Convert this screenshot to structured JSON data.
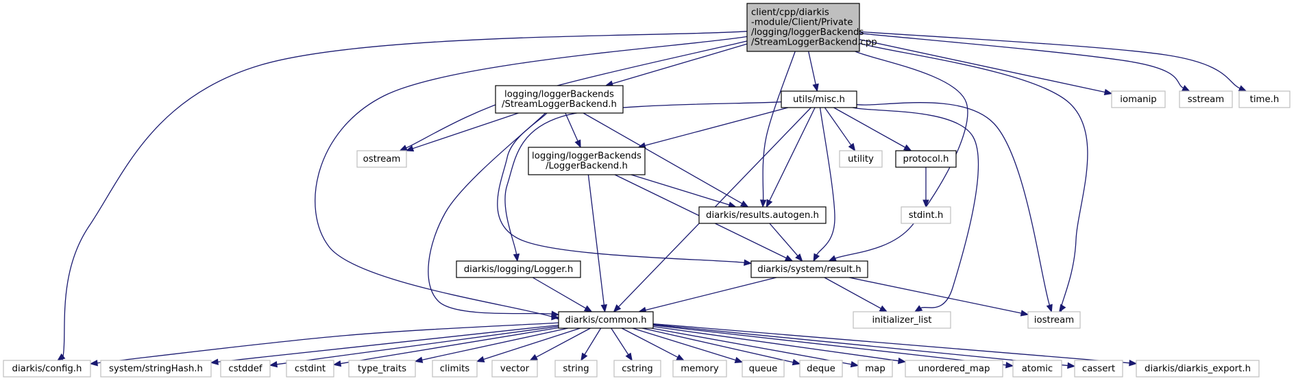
{
  "nodes": [
    {
      "id": "root",
      "lines": [
        "client/cpp/diarkis",
        "-module/Client/Private",
        "/logging/loggerBackends",
        "/StreamLoggerBackend.cpp"
      ],
      "kind": "root"
    },
    {
      "id": "streamh",
      "lines": [
        "logging/loggerBackends",
        "/StreamLoggerBackend.h"
      ],
      "kind": "doc"
    },
    {
      "id": "misc",
      "lines": [
        "utils/misc.h"
      ],
      "kind": "doc"
    },
    {
      "id": "iomanip",
      "lines": [
        "iomanip"
      ],
      "kind": "sys"
    },
    {
      "id": "sstream",
      "lines": [
        "sstream"
      ],
      "kind": "sys"
    },
    {
      "id": "timeh",
      "lines": [
        "time.h"
      ],
      "kind": "sys"
    },
    {
      "id": "ostream",
      "lines": [
        "ostream"
      ],
      "kind": "sys"
    },
    {
      "id": "loggerbackend",
      "lines": [
        "logging/loggerBackends",
        "/LoggerBackend.h"
      ],
      "kind": "doc"
    },
    {
      "id": "utility",
      "lines": [
        "utility"
      ],
      "kind": "sys"
    },
    {
      "id": "protocol",
      "lines": [
        "protocol.h"
      ],
      "kind": "doc"
    },
    {
      "id": "stdint",
      "lines": [
        "stdint.h"
      ],
      "kind": "sys"
    },
    {
      "id": "results",
      "lines": [
        "diarkis/results.autogen.h"
      ],
      "kind": "doc"
    },
    {
      "id": "logger",
      "lines": [
        "diarkis/logging/Logger.h"
      ],
      "kind": "doc"
    },
    {
      "id": "result",
      "lines": [
        "diarkis/system/result.h"
      ],
      "kind": "doc"
    },
    {
      "id": "common",
      "lines": [
        "diarkis/common.h"
      ],
      "kind": "doc"
    },
    {
      "id": "initlist",
      "lines": [
        "initializer_list"
      ],
      "kind": "sys"
    },
    {
      "id": "iostream",
      "lines": [
        "iostream"
      ],
      "kind": "sys"
    },
    {
      "id": "config",
      "lines": [
        "diarkis/config.h"
      ],
      "kind": "sys"
    },
    {
      "id": "stringhash",
      "lines": [
        "system/stringHash.h"
      ],
      "kind": "sys"
    },
    {
      "id": "cstddef",
      "lines": [
        "cstddef"
      ],
      "kind": "sys"
    },
    {
      "id": "cstdint",
      "lines": [
        "cstdint"
      ],
      "kind": "sys"
    },
    {
      "id": "typetraits",
      "lines": [
        "type_traits"
      ],
      "kind": "sys"
    },
    {
      "id": "climits",
      "lines": [
        "climits"
      ],
      "kind": "sys"
    },
    {
      "id": "vector",
      "lines": [
        "vector"
      ],
      "kind": "sys"
    },
    {
      "id": "string",
      "lines": [
        "string"
      ],
      "kind": "sys"
    },
    {
      "id": "cstring",
      "lines": [
        "cstring"
      ],
      "kind": "sys"
    },
    {
      "id": "memory",
      "lines": [
        "memory"
      ],
      "kind": "sys"
    },
    {
      "id": "queue",
      "lines": [
        "queue"
      ],
      "kind": "sys"
    },
    {
      "id": "deque",
      "lines": [
        "deque"
      ],
      "kind": "sys"
    },
    {
      "id": "map",
      "lines": [
        "map"
      ],
      "kind": "sys"
    },
    {
      "id": "umap",
      "lines": [
        "unordered_map"
      ],
      "kind": "sys"
    },
    {
      "id": "atomic",
      "lines": [
        "atomic"
      ],
      "kind": "sys"
    },
    {
      "id": "cassert",
      "lines": [
        "cassert"
      ],
      "kind": "sys"
    },
    {
      "id": "export",
      "lines": [
        "diarkis/diarkis_export.h"
      ],
      "kind": "sys"
    }
  ],
  "edges": [
    [
      "root",
      "streamh"
    ],
    [
      "root",
      "misc"
    ],
    [
      "root",
      "iomanip"
    ],
    [
      "root",
      "sstream"
    ],
    [
      "root",
      "timeh"
    ],
    [
      "root",
      "ostream"
    ],
    [
      "root",
      "results"
    ],
    [
      "root",
      "result"
    ],
    [
      "root",
      "common"
    ],
    [
      "root",
      "config"
    ],
    [
      "root",
      "iostream"
    ],
    [
      "streamh",
      "ostream"
    ],
    [
      "streamh",
      "loggerbackend"
    ],
    [
      "streamh",
      "results"
    ],
    [
      "streamh",
      "result"
    ],
    [
      "streamh",
      "common"
    ],
    [
      "misc",
      "loggerbackend"
    ],
    [
      "misc",
      "utility"
    ],
    [
      "misc",
      "protocol"
    ],
    [
      "misc",
      "results"
    ],
    [
      "misc",
      "result"
    ],
    [
      "misc",
      "logger"
    ],
    [
      "misc",
      "common"
    ],
    [
      "misc",
      "initlist"
    ],
    [
      "misc",
      "iostream"
    ],
    [
      "protocol",
      "stdint"
    ],
    [
      "loggerbackend",
      "results"
    ],
    [
      "loggerbackend",
      "result"
    ],
    [
      "loggerbackend",
      "common"
    ],
    [
      "results",
      "result"
    ],
    [
      "logger",
      "common"
    ],
    [
      "result",
      "common"
    ],
    [
      "result",
      "initlist"
    ],
    [
      "result",
      "iostream"
    ],
    [
      "common",
      "config"
    ],
    [
      "common",
      "stringhash"
    ],
    [
      "common",
      "cstddef"
    ],
    [
      "common",
      "cstdint"
    ],
    [
      "common",
      "typetraits"
    ],
    [
      "common",
      "climits"
    ],
    [
      "common",
      "vector"
    ],
    [
      "common",
      "string"
    ],
    [
      "common",
      "cstring"
    ],
    [
      "common",
      "memory"
    ],
    [
      "common",
      "queue"
    ],
    [
      "common",
      "deque"
    ],
    [
      "common",
      "map"
    ],
    [
      "common",
      "umap"
    ],
    [
      "common",
      "atomic"
    ],
    [
      "common",
      "cassert"
    ],
    [
      "common",
      "export"
    ]
  ]
}
